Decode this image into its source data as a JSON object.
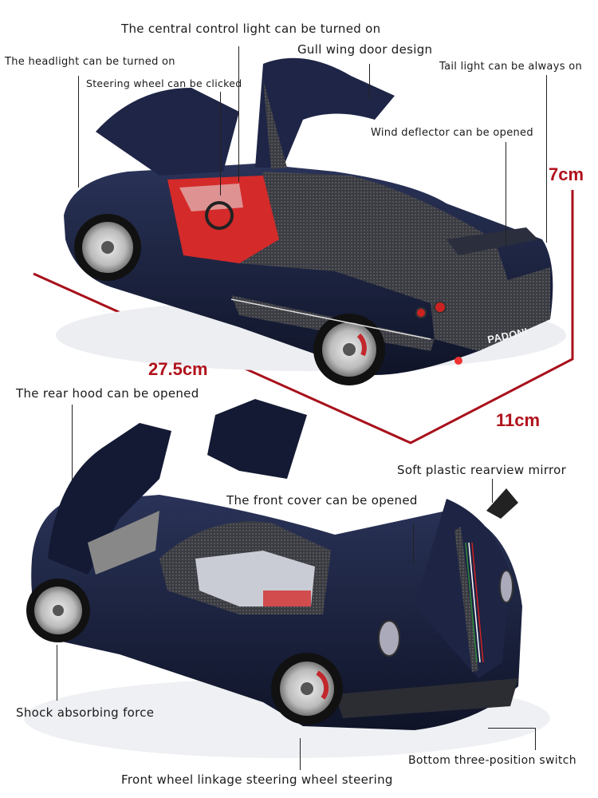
{
  "annotations": {
    "central_light": "The central control light can be turned on",
    "gull_wing": "Gull wing door design",
    "headlight": "The headlight can be turned on",
    "tail_light": "Tail light can be always on",
    "steering_click": "Steering wheel can be clicked",
    "wind_deflector": "Wind deflector can be opened",
    "rear_hood": "The rear hood can be opened",
    "rearview_mirror": "Soft plastic rearview mirror",
    "front_cover": "The front cover can be opened",
    "shock": "Shock absorbing force",
    "three_position": "Bottom three-position switch",
    "front_wheel": "Front wheel linkage steering wheel steering"
  },
  "dimensions": {
    "length": "27.5cm",
    "width": "11cm",
    "height": "7cm",
    "color": "#b0121c"
  },
  "car": {
    "rear_badge": "PADONI",
    "body_color": "#1b2140",
    "interior_color": "#d42a2a",
    "carbon_color": "#3a3a3e"
  }
}
